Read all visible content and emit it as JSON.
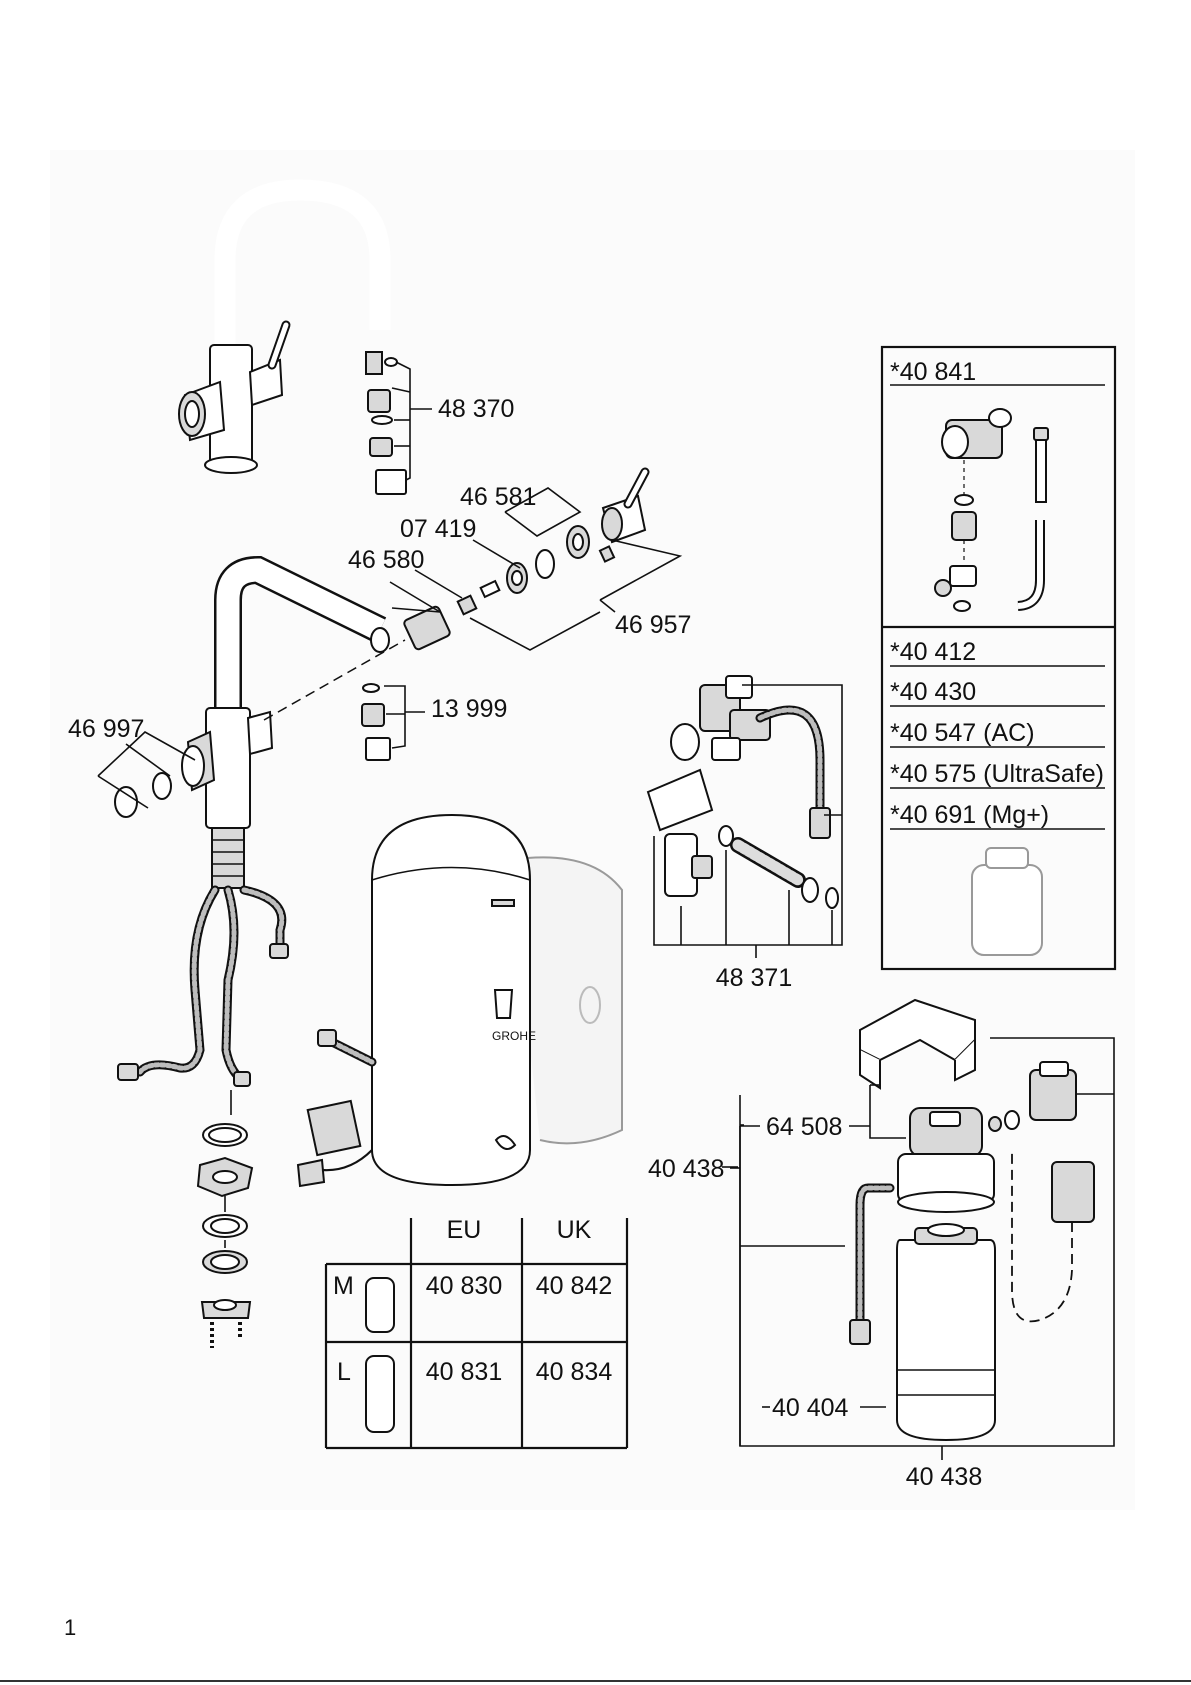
{
  "callouts": {
    "spray_head_set": "48 370",
    "ring_set": "46 581",
    "nut": "07 419",
    "cartridge": "46 580",
    "handle_set": "46 957",
    "aerator_set": "13 999",
    "trim_ring_set": "46 997",
    "valve_set": "48 371",
    "holder": "64 508",
    "filter_head_left": "40 438",
    "filter_cartridge": "40 404",
    "filter_set_bottom": "40 438"
  },
  "accessory_box": {
    "main_item": "*40 841",
    "items": [
      "*40 412",
      "*40 430",
      "*40 547 (AC)",
      "*40 575 (UltraSafe)",
      "*40 691 (Mg+)"
    ]
  },
  "boiler_table": {
    "headers": [
      "EU",
      "UK"
    ],
    "rows": [
      {
        "size": "M",
        "eu": "40 830",
        "uk": "40 842"
      },
      {
        "size": "L",
        "eu": "40 831",
        "uk": "40 834"
      }
    ]
  },
  "page_number": "1"
}
